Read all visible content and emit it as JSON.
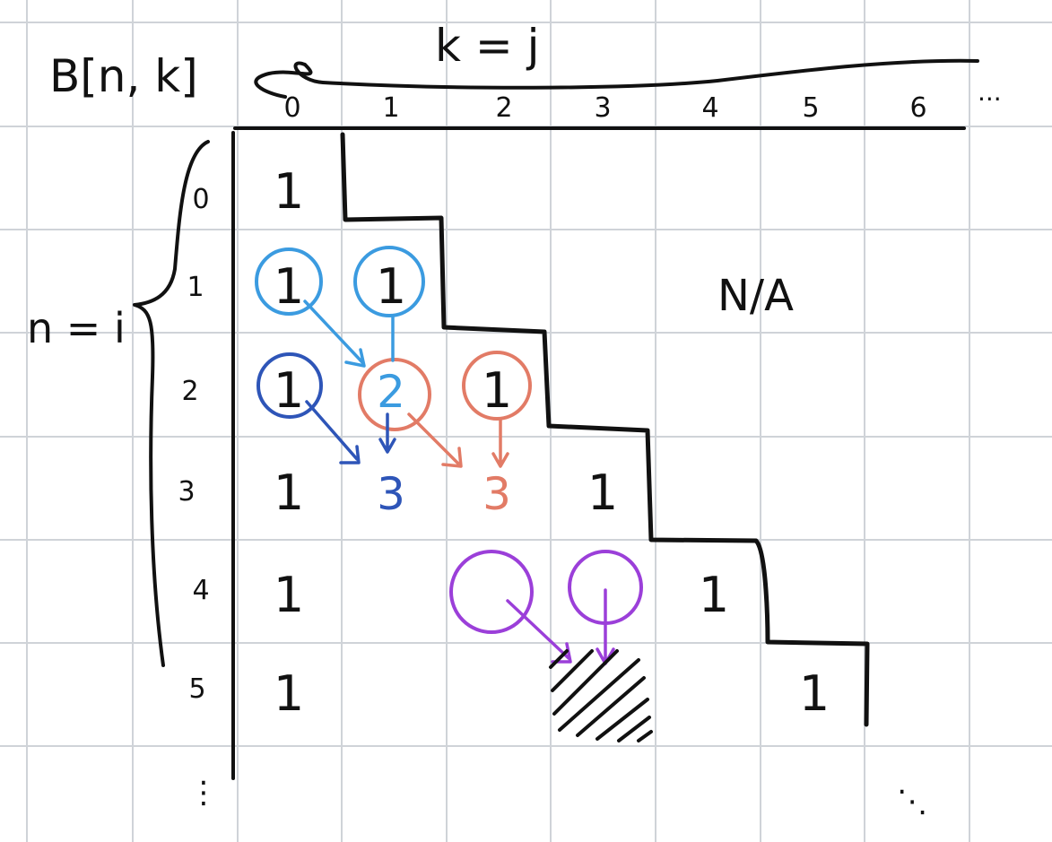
{
  "header": {
    "table_label": "B[n, k]",
    "col_axis": "k = j",
    "row_axis": "n = i",
    "more_cols": "...",
    "more_rows": "⋮",
    "more_diag": "⋱"
  },
  "columns": [
    "0",
    "1",
    "2",
    "3",
    "4",
    "5",
    "6"
  ],
  "rows": [
    "0",
    "1",
    "2",
    "3",
    "4",
    "5"
  ],
  "cells": [
    {
      "r": 0,
      "c": 0,
      "v": "1"
    },
    {
      "r": 1,
      "c": 0,
      "v": "1"
    },
    {
      "r": 1,
      "c": 1,
      "v": "1"
    },
    {
      "r": 2,
      "c": 0,
      "v": "1"
    },
    {
      "r": 2,
      "c": 1,
      "v": "2"
    },
    {
      "r": 2,
      "c": 2,
      "v": "1"
    },
    {
      "r": 3,
      "c": 0,
      "v": "1"
    },
    {
      "r": 3,
      "c": 1,
      "v": "3"
    },
    {
      "r": 3,
      "c": 2,
      "v": "3"
    },
    {
      "r": 3,
      "c": 3,
      "v": "1"
    },
    {
      "r": 4,
      "c": 0,
      "v": "1"
    },
    {
      "r": 4,
      "c": 3,
      "v": ""
    },
    {
      "r": 4,
      "c": 4,
      "v": "1"
    },
    {
      "r": 5,
      "c": 0,
      "v": "1"
    },
    {
      "r": 5,
      "c": 5,
      "v": "1"
    }
  ],
  "na_label": "N/A",
  "colors": {
    "ink": "#111111",
    "grid": "#cfd3d8",
    "light_blue": "#3b9be0",
    "dark_blue": "#2e55b8",
    "salmon": "#e27b66",
    "purple": "#9b3fd9"
  }
}
